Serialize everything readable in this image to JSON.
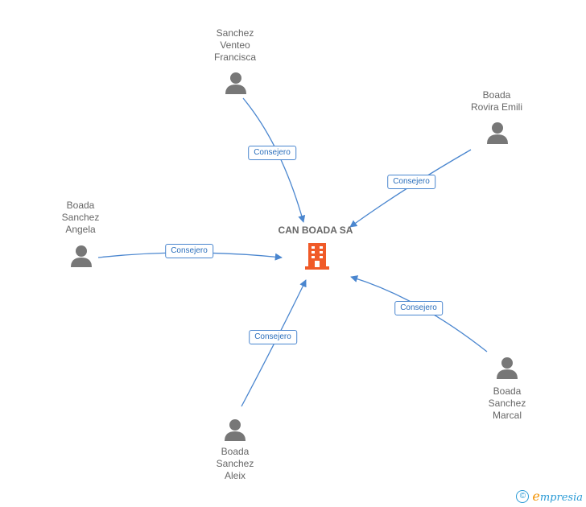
{
  "company": {
    "name": "CAN BOADA SA",
    "icon": "building-icon",
    "icon_color": "#f05a28"
  },
  "people": [
    {
      "id": "sanchez-venteo",
      "name": "Sanchez\nVenteo\nFrancisca",
      "relation": "Consejero"
    },
    {
      "id": "boada-rovira",
      "name": "Boada\nRovira Emili",
      "relation": "Consejero"
    },
    {
      "id": "boada-sanchez-angela",
      "name": "Boada\nSanchez\nAngela",
      "relation": "Consejero"
    },
    {
      "id": "boada-sanchez-aleix",
      "name": "Boada\nSanchez\nAleix",
      "relation": "Consejero"
    },
    {
      "id": "boada-sanchez-marcal",
      "name": "Boada\nSanchez\nMarcal",
      "relation": "Consejero"
    }
  ],
  "colors": {
    "edge": "#4a86cf",
    "person_icon": "#777777",
    "label_text": "#2a6ebb"
  },
  "footer": {
    "copyright_symbol": "©",
    "brand_e": "e",
    "brand_rest": "mpresia"
  }
}
